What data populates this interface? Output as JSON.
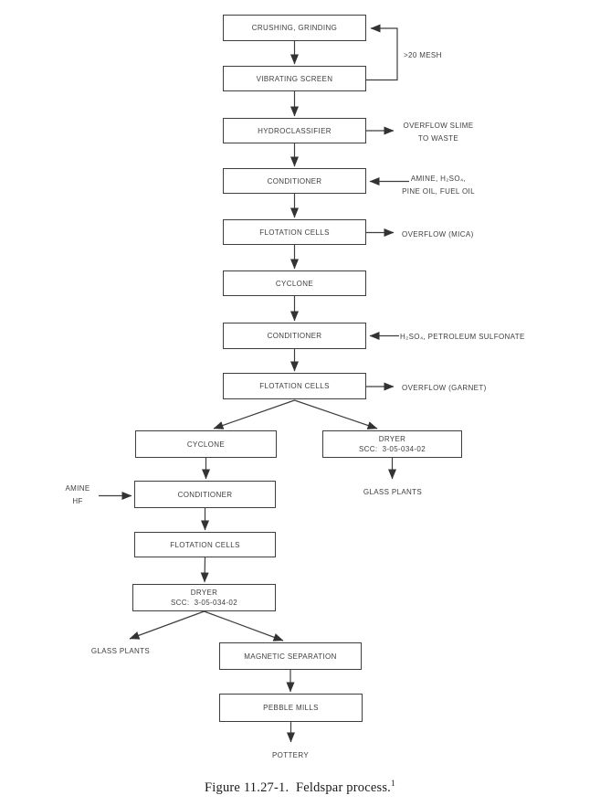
{
  "figure": {
    "caption": "Figure 11.27-1.  Feldspar process.",
    "caption_superscript": "1"
  },
  "colors": {
    "background": "#ffffff",
    "line": "#3e3e3e",
    "node_text": "#3e3e3e",
    "caption_text": "#1b1b1b"
  },
  "nodes": {
    "crushing_grinding": "CRUSHING, GRINDING",
    "vibrating_screen": "VIBRATING SCREEN",
    "hydroclassifier": "HYDROCLASSIFIER",
    "conditioner_1": "CONDITIONER",
    "flotation_cells_1": "FLOTATION CELLS",
    "cyclone_1": "CYCLONE",
    "conditioner_2": "CONDITIONER",
    "flotation_cells_2": "FLOTATION CELLS",
    "cyclone_2": "CYCLONE",
    "dryer_1": {
      "line1": "DRYER",
      "line2": "SCC:  3-05-034-02"
    },
    "conditioner_3": "CONDITIONER",
    "flotation_cells_3": "FLOTATION CELLS",
    "dryer_2": {
      "line1": "DRYER",
      "line2": "SCC:  3-05-034-02"
    },
    "magnetic_separation": "MAGNETIC SEPARATION",
    "pebble_mills": "PEBBLE MILLS"
  },
  "annotations": {
    "recycle_mesh": ">20 MESH",
    "overflow_slime": {
      "line1": "OVERFLOW SLIME",
      "line2": "TO WASTE"
    },
    "conditioner_1_reagents": {
      "line1": "AMINE, H₂SO₄,",
      "line2": "PINE OIL, FUEL OIL"
    },
    "overflow_mica": "OVERFLOW (MICA)",
    "conditioner_2_reagents": "H₂SO₄, PETROLEUM SULFONATE",
    "overflow_garnet": "OVERFLOW (GARNET)",
    "glass_plants_right": "GLASS PLANTS",
    "conditioner_3_reagents": {
      "line1": "AMINE",
      "line2": "HF"
    },
    "glass_plants_left": "GLASS PLANTS",
    "pottery": "POTTERY"
  }
}
